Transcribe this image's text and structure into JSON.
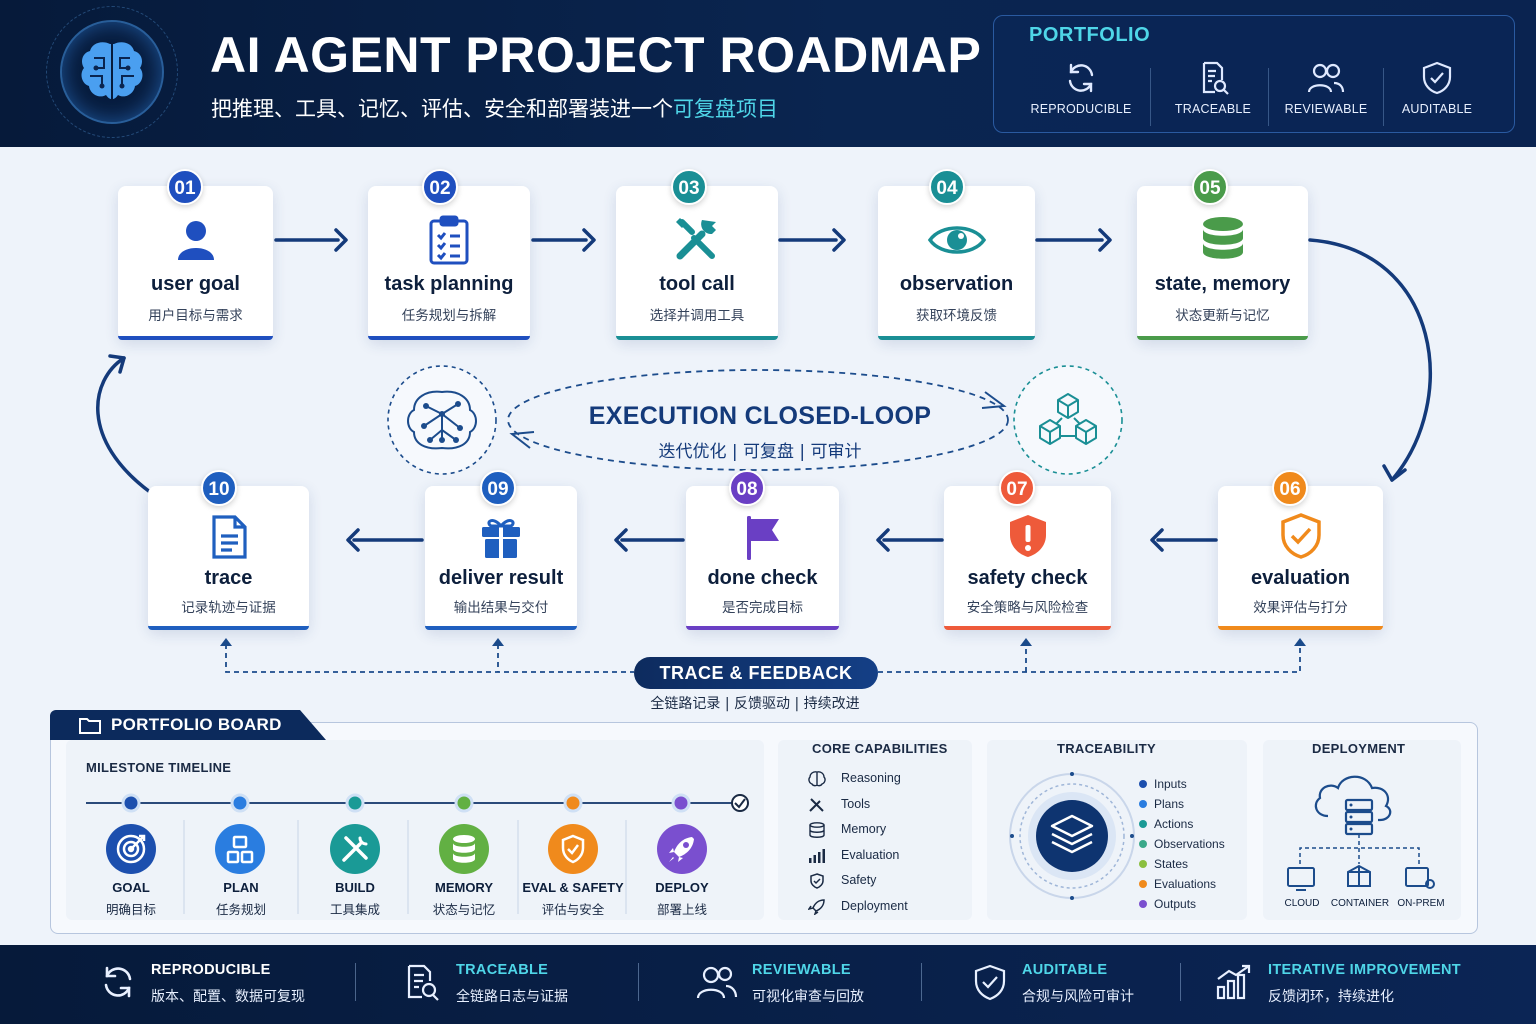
{
  "header": {
    "title": "AI AGENT PROJECT ROADMAP",
    "subtitle_main": "把推理、工具、记忆、评估、安全和部署装进一个",
    "subtitle_highlight": "可复盘项目",
    "portfolio": {
      "title": "PORTFOLIO",
      "items": [
        {
          "label": "REPRODUCIBLE",
          "icon": "refresh-icon"
        },
        {
          "label": "TRACEABLE",
          "icon": "document-search-icon"
        },
        {
          "label": "REVIEWABLE",
          "icon": "users-icon"
        },
        {
          "label": "AUDITABLE",
          "icon": "shield-check-icon"
        }
      ]
    }
  },
  "steps": [
    {
      "num": "01",
      "en": "user goal",
      "cn": "用户目标与需求",
      "color": "#1f4fbf",
      "icon": "user-icon"
    },
    {
      "num": "02",
      "en": "task planning",
      "cn": "任务规划与拆解",
      "color": "#1f4fbf",
      "icon": "clipboard-icon"
    },
    {
      "num": "03",
      "en": "tool call",
      "cn": "选择并调用工具",
      "color": "#1a8f95",
      "icon": "tools-icon"
    },
    {
      "num": "04",
      "en": "observation",
      "cn": "获取环境反馈",
      "color": "#1a8f95",
      "icon": "eye-icon"
    },
    {
      "num": "05",
      "en": "state, memory",
      "cn": "状态更新与记忆",
      "color": "#4a9b4a",
      "icon": "database-icon"
    },
    {
      "num": "06",
      "en": "evaluation",
      "cn": "效果评估与打分",
      "color": "#f08a1c",
      "icon": "shield-check-icon"
    },
    {
      "num": "07",
      "en": "safety check",
      "cn": "安全策略与风险检查",
      "color": "#ee5a3a",
      "icon": "alert-shield-icon"
    },
    {
      "num": "08",
      "en": "done check",
      "cn": "是否完成目标",
      "color": "#6a3fc4",
      "icon": "flag-icon"
    },
    {
      "num": "09",
      "en": "deliver result",
      "cn": "输出结果与交付",
      "color": "#1f5fbf",
      "icon": "gift-icon"
    },
    {
      "num": "10",
      "en": "trace",
      "cn": "记录轨迹与证据",
      "color": "#1f5fbf",
      "icon": "document-icon"
    }
  ],
  "loop": {
    "title": "EXECUTION CLOSED-LOOP",
    "subtitle": "迭代优化  |  可复盘  |  可审计"
  },
  "trace_feedback": {
    "title": "TRACE & FEEDBACK",
    "subtitle": "全链路记录  |  反馈驱动  |  持续改进"
  },
  "board": {
    "title": "PORTFOLIO BOARD",
    "timeline": {
      "title": "MILESTONE TIMELINE",
      "milestones": [
        {
          "en": "GOAL",
          "cn": "明确目标",
          "color": "#1c4fae",
          "icon": "target-icon"
        },
        {
          "en": "PLAN",
          "cn": "任务规划",
          "color": "#2a7de0",
          "icon": "blocks-icon"
        },
        {
          "en": "BUILD",
          "cn": "工具集成",
          "color": "#1a9a96",
          "icon": "tools-icon"
        },
        {
          "en": "MEMORY",
          "cn": "状态与记忆",
          "color": "#62b043",
          "icon": "database-icon"
        },
        {
          "en": "EVAL & SAFETY",
          "cn": "评估与安全",
          "color": "#f08a1c",
          "icon": "shield-check-icon"
        },
        {
          "en": "DEPLOY",
          "cn": "部署上线",
          "color": "#7a4fcf",
          "icon": "rocket-icon"
        }
      ]
    },
    "capabilities": {
      "title": "CORE CAPABILITIES",
      "items": [
        {
          "label": "Reasoning",
          "icon": "brain-icon"
        },
        {
          "label": "Tools",
          "icon": "tools-icon"
        },
        {
          "label": "Memory",
          "icon": "database-icon"
        },
        {
          "label": "Evaluation",
          "icon": "chart-icon"
        },
        {
          "label": "Safety",
          "icon": "shield-icon"
        },
        {
          "label": "Deployment",
          "icon": "rocket-icon"
        }
      ]
    },
    "traceability": {
      "title": "TRACEABILITY",
      "items": [
        {
          "label": "Inputs",
          "color": "#1c4fae"
        },
        {
          "label": "Plans",
          "color": "#2a7de0"
        },
        {
          "label": "Actions",
          "color": "#1a9a96"
        },
        {
          "label": "Observations",
          "color": "#3aa88a"
        },
        {
          "label": "States",
          "color": "#8bbf3f"
        },
        {
          "label": "Evaluations",
          "color": "#f08a1c"
        },
        {
          "label": "Outputs",
          "color": "#7a4fcf"
        }
      ]
    },
    "deployment": {
      "title": "DEPLOYMENT",
      "targets": [
        "CLOUD",
        "CONTAINER",
        "ON-PREM"
      ]
    }
  },
  "footer": [
    {
      "title": "REPRODUCIBLE",
      "sub": "版本、配置、数据可复现",
      "color": "#ffffff",
      "icon": "refresh-icon"
    },
    {
      "title": "TRACEABLE",
      "sub": "全链路日志与证据",
      "color": "#4fd6e8",
      "icon": "document-search-icon"
    },
    {
      "title": "REVIEWABLE",
      "sub": "可视化审查与回放",
      "color": "#4fd6e8",
      "icon": "users-icon"
    },
    {
      "title": "AUDITABLE",
      "sub": "合规与风险可审计",
      "color": "#4fd6e8",
      "icon": "shield-check-icon"
    },
    {
      "title": "ITERATIVE IMPROVEMENT",
      "sub": "反馈闭环，持续进化",
      "color": "#4fd6e8",
      "icon": "growth-chart-icon"
    }
  ]
}
